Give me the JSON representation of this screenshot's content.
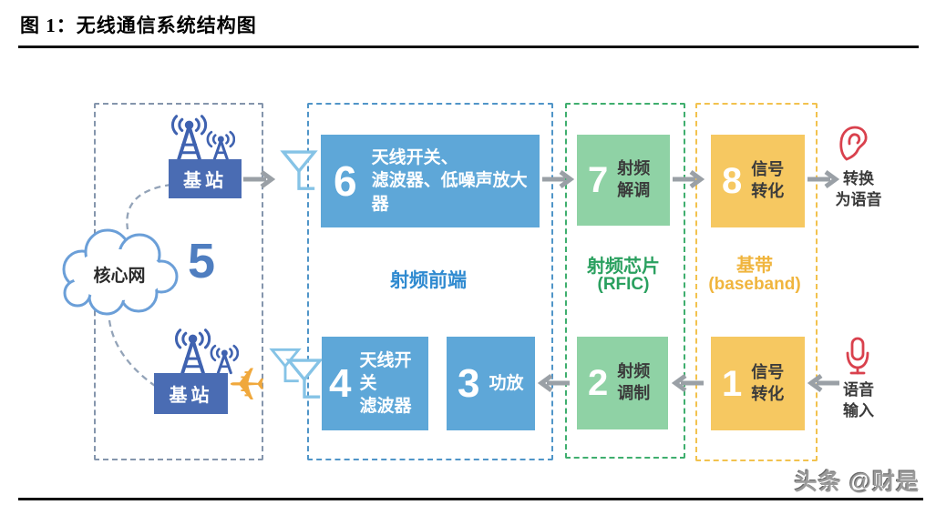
{
  "title": "图 1：无线通信系统结构图",
  "watermark": "头条 @财是",
  "icons": {
    "airplane_glyph": "✈"
  },
  "colors": {
    "block_blue": "#5ea7d8",
    "block_green": "#8fd2a5",
    "block_yellow": "#f6c861",
    "station_blue": "#4a6cb3",
    "border_gray_blue": "#8495ac",
    "border_blue": "#5095c8",
    "border_green": "#3fae6e",
    "border_yellow": "#f2c24e",
    "label_blue": "#2f8ad0",
    "label_green": "#2aa05f",
    "label_yellow": "#f0b53e",
    "arrow_gray": "#9aa0a6",
    "icon_red": "#d9414d",
    "airplane_orange": "#f0a83c",
    "antenna_light_blue": "#85c3e6",
    "tower_blue": "#3f62b0"
  },
  "network": {
    "station_top": "基站",
    "station_bottom": "基站",
    "cloud_label": "核心网",
    "number": "5"
  },
  "rf_frontend": {
    "label": "射频前端",
    "block6": {
      "num": "6",
      "line1": "天线开关、",
      "line2": "滤波器、低噪声放大器"
    },
    "block4": {
      "num": "4",
      "line1": "天线开关",
      "line2": "滤波器"
    },
    "block3": {
      "num": "3",
      "text": "功放"
    }
  },
  "rfic": {
    "label": "射频芯片",
    "sublabel": "(RFIC)",
    "block7": {
      "num": "7",
      "line1": "射频",
      "line2": "解调"
    },
    "block2": {
      "num": "2",
      "line1": "射频",
      "line2": "调制"
    }
  },
  "baseband": {
    "label": "基带",
    "sublabel": "(baseband)",
    "block8": {
      "num": "8",
      "line1": "信号",
      "line2": "转化"
    },
    "block1": {
      "num": "1",
      "line1": "信号",
      "line2": "转化"
    }
  },
  "voice_output": {
    "line1": "转换",
    "line2": "为语音"
  },
  "voice_input": {
    "line1": "语音",
    "line2": "输入"
  }
}
